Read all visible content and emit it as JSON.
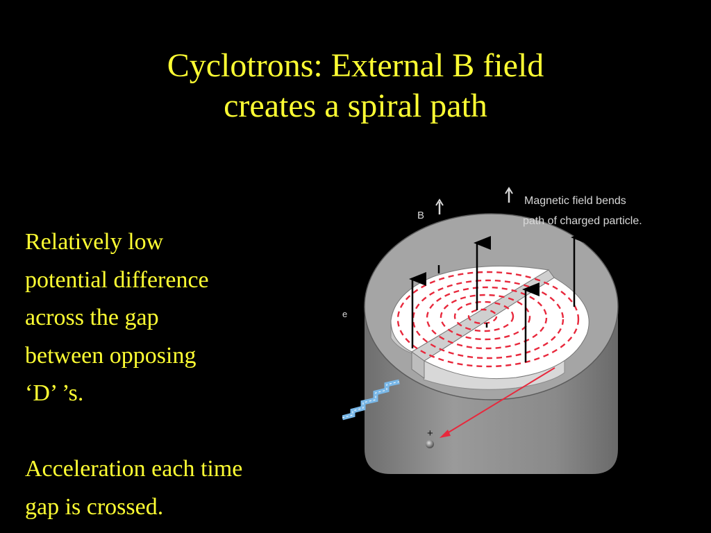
{
  "title": {
    "line1": "Cyclotrons:  External B field",
    "line2": "creates a spiral path"
  },
  "body": {
    "paragraph1": [
      "Relatively low",
      "potential difference",
      "across the gap",
      "between opposing",
      "‘D’ ’s."
    ],
    "paragraph2": [
      "Acceleration each time",
      "gap is crossed."
    ]
  },
  "diagram": {
    "b_label": "B",
    "callout_line1": "Magnetic field bends",
    "callout_line2": "path of charged particle.",
    "particle_sign": "+",
    "edge_label": "e",
    "colors": {
      "text": "#ffff33",
      "cylinder": "#8c8c8c",
      "dee": "#ffffff",
      "spiral": "#e8283c",
      "wire": "#7ab8e8",
      "exit_arrow": "#e8283c"
    }
  }
}
